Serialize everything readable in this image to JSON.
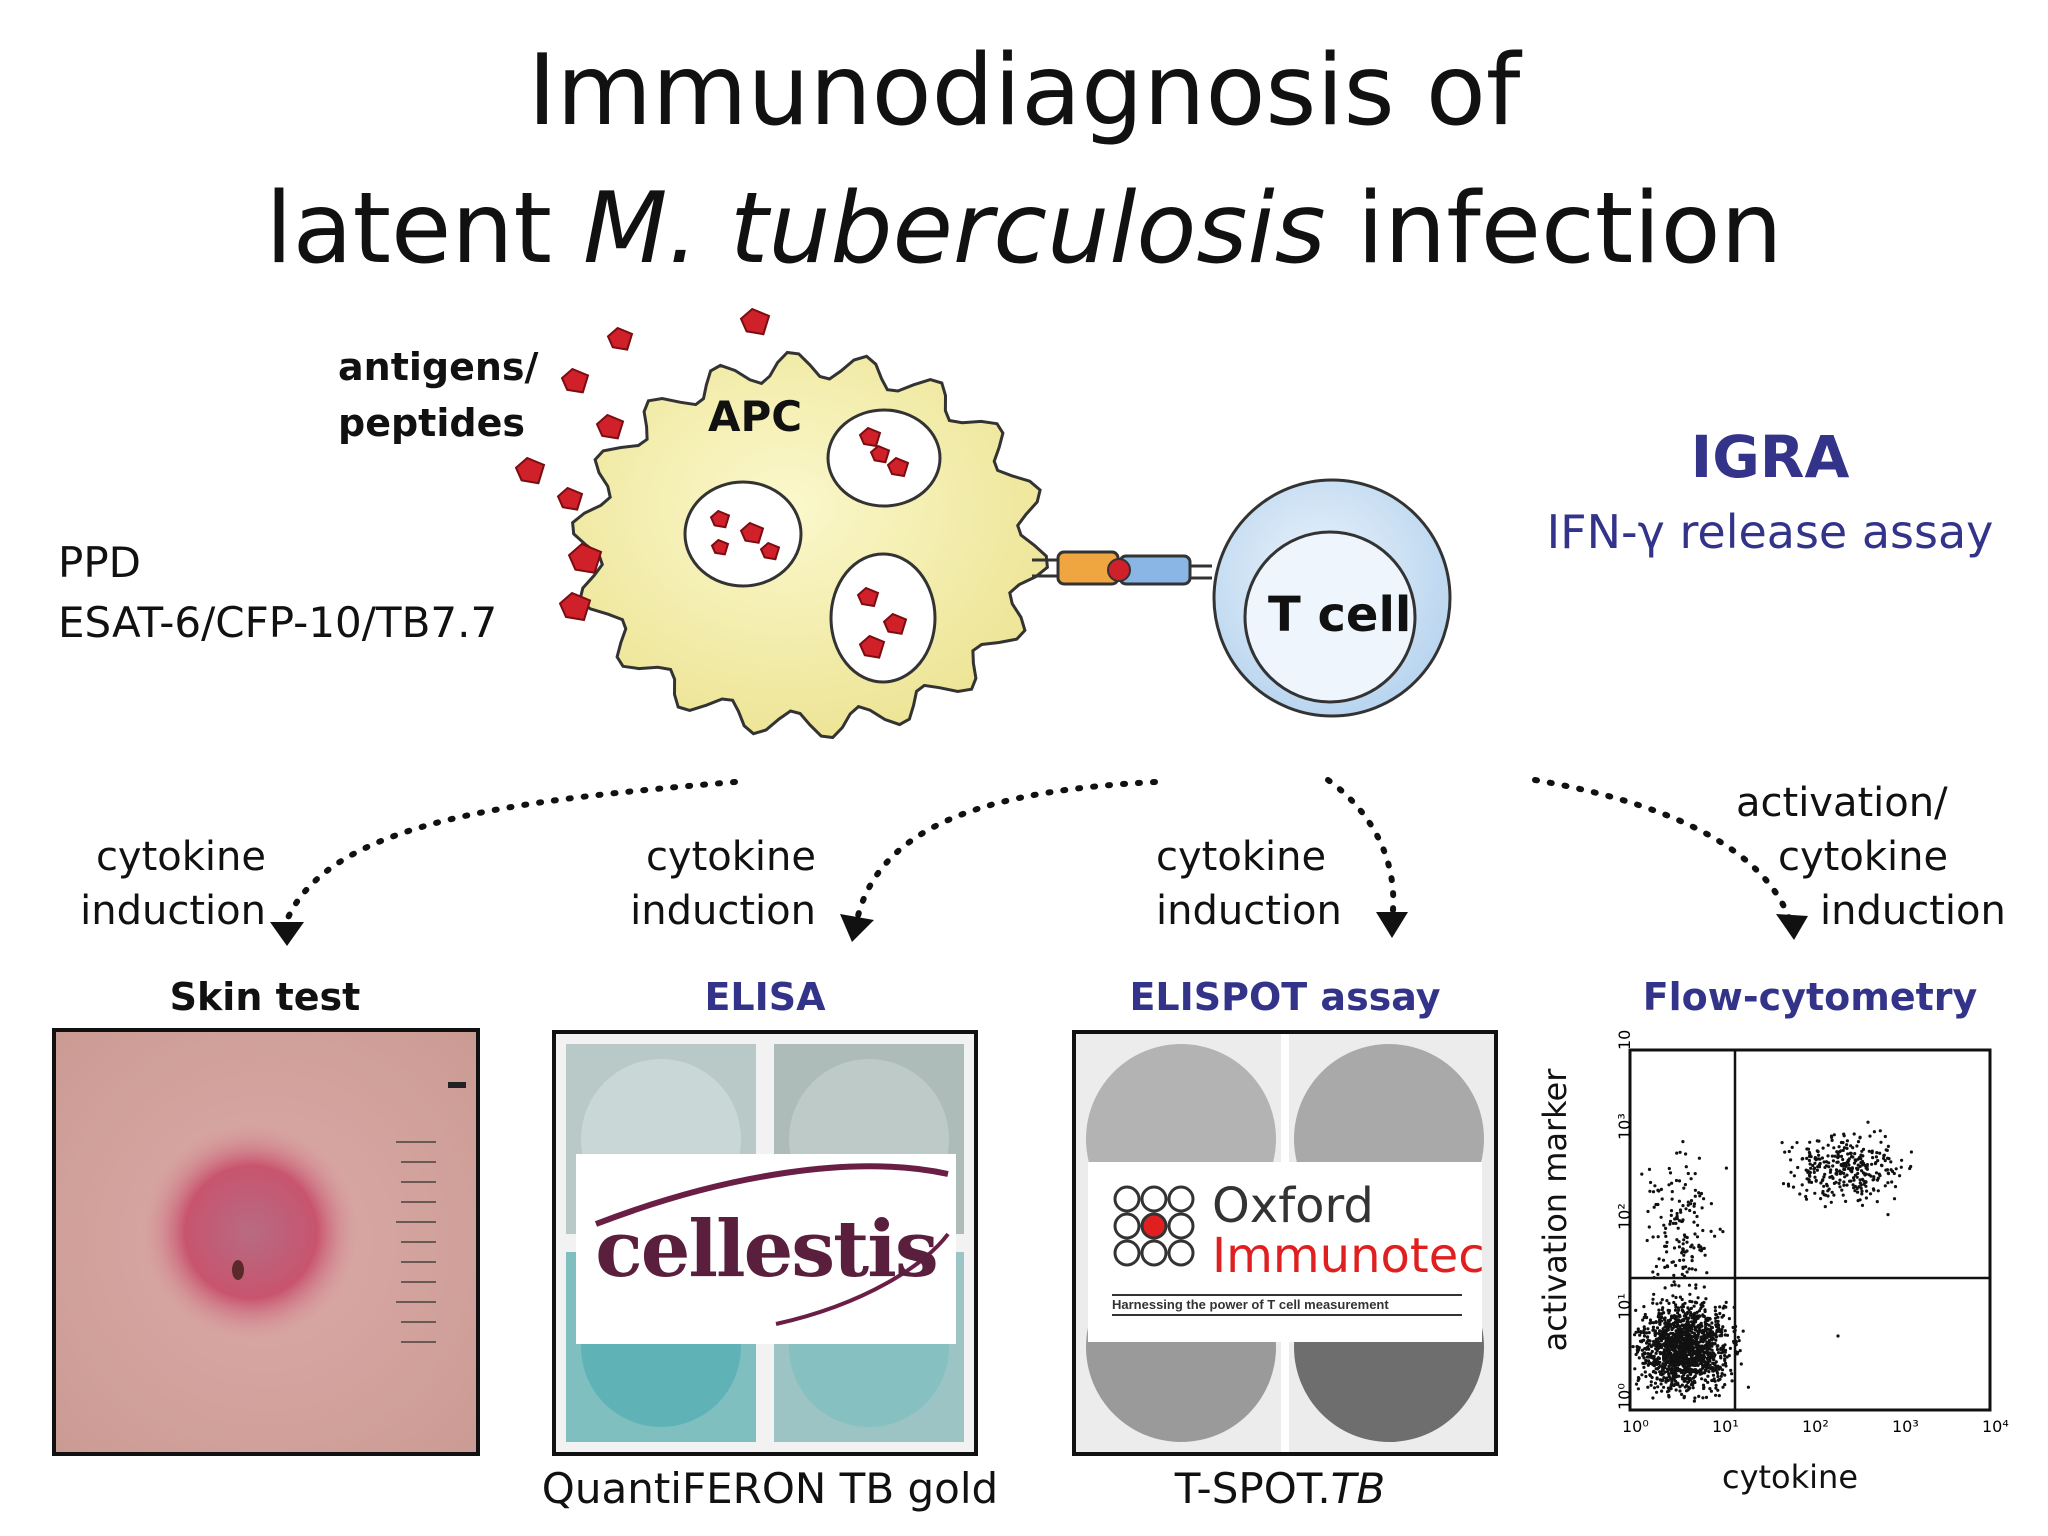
{
  "title": {
    "line1": "Immunodiagnosis of",
    "line2_prefix": "latent ",
    "line2_italic": "M. tuberculosis",
    "line2_suffix": " infection"
  },
  "antigens_label": [
    "antigens/",
    "peptides"
  ],
  "apc_label": "APC",
  "tcell_label": "T cell",
  "antigen_list": [
    "PPD",
    "ESAT-6/CFP-10/TB7.7"
  ],
  "igra": {
    "title": "IGRA",
    "subtitle": "IFN-γ release assay"
  },
  "arrows": [
    {
      "text": [
        "cytokine",
        "induction"
      ]
    },
    {
      "text": [
        "cytokine",
        "induction"
      ]
    },
    {
      "text": [
        "cytokine",
        "induction"
      ]
    },
    {
      "text": [
        "activation/",
        "cytokine",
        "induction"
      ]
    }
  ],
  "panels": [
    {
      "title": "Skin test",
      "caption": ""
    },
    {
      "title": "ELISA",
      "caption": "QuantiFERON TB gold",
      "logo": "cellestis"
    },
    {
      "title": "ELISPOT assay",
      "caption_prefix": "T-SPOT.",
      "caption_italic": "TB",
      "logo_line1": "Oxford",
      "logo_line2": "Immunotec",
      "logo_tagline": "Harnessing the power of T cell measurement"
    },
    {
      "title": "Flow-cytometry",
      "ylabel": "activation marker",
      "xlabel": "cytokine",
      "ticks": [
        "10",
        "10",
        "10",
        "10",
        "10"
      ],
      "tick_exp": [
        "0",
        "1",
        "2",
        "3",
        "4"
      ]
    }
  ],
  "colors": {
    "accent_blue": "#33338a",
    "antigen_red": "#d0202a",
    "apc_yellow": "#f6f1a6",
    "tcell_blue": "#cfe3f5"
  }
}
